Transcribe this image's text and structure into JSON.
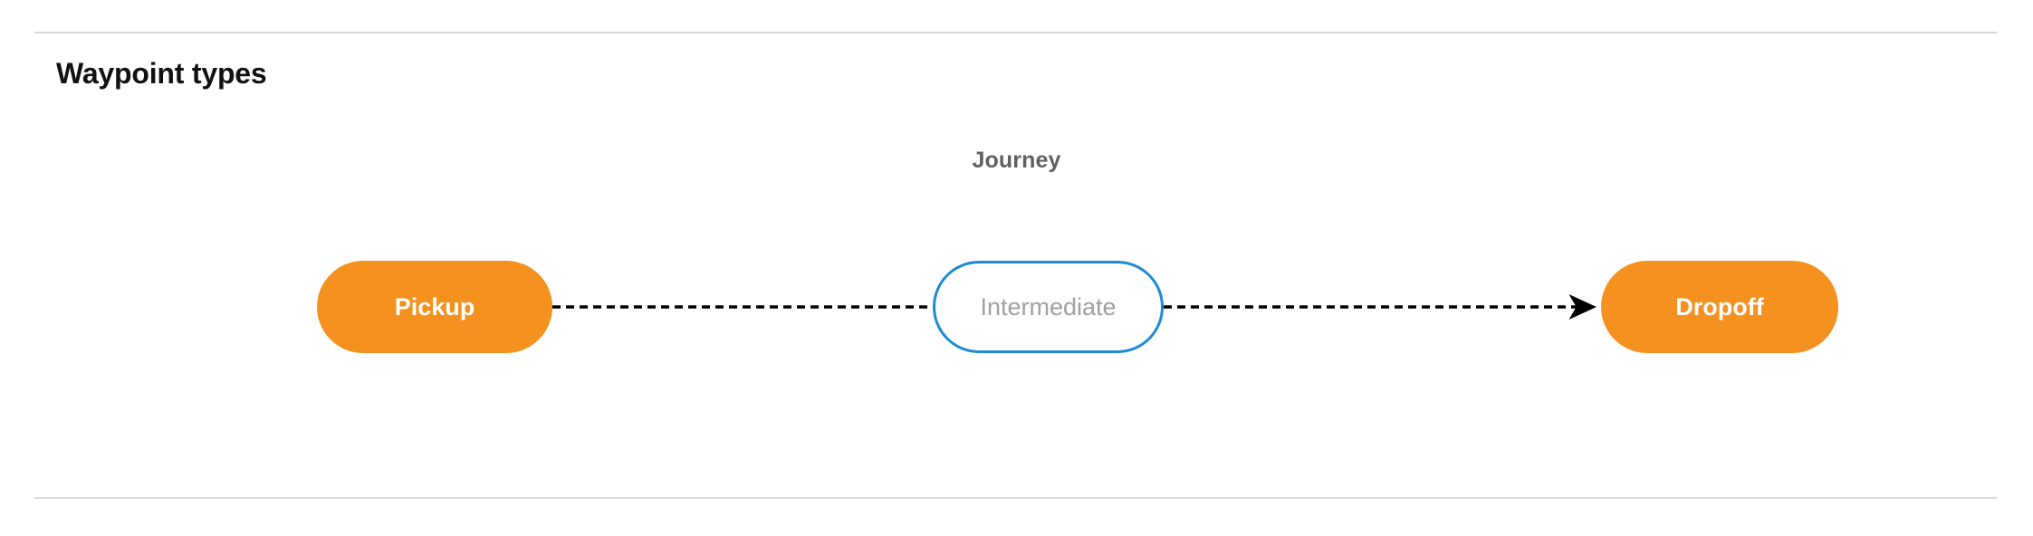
{
  "section": {
    "title": "Waypoint types"
  },
  "diagram": {
    "caption": "Journey",
    "nodes": [
      {
        "id": "pickup",
        "label": "Pickup",
        "style": "filled",
        "fill": "#F5911E",
        "text_color": "#FFFFFF"
      },
      {
        "id": "intermediate",
        "label": "Intermediate",
        "style": "outlined",
        "fill": "#FFFFFF",
        "border_color": "#1A8BD4",
        "text_color": "#A0A0A0"
      },
      {
        "id": "dropoff",
        "label": "Dropoff",
        "style": "filled",
        "fill": "#F5911E",
        "text_color": "#FFFFFF"
      }
    ],
    "edges": [
      {
        "id": "pickup-to-intermediate",
        "from": "pickup",
        "to": "intermediate",
        "line_style": "dashed",
        "arrowhead": false,
        "color": "#000000"
      },
      {
        "id": "intermediate-to-dropoff",
        "from": "intermediate",
        "to": "dropoff",
        "line_style": "dashed",
        "arrowhead": true,
        "color": "#000000"
      }
    ]
  },
  "theme": {
    "background": "#FFFFFF",
    "divider_color": "#D7D7D7",
    "accent_orange": "#F5911E",
    "accent_blue": "#1A8BD4",
    "title_color": "#111111",
    "caption_color": "#606060"
  }
}
